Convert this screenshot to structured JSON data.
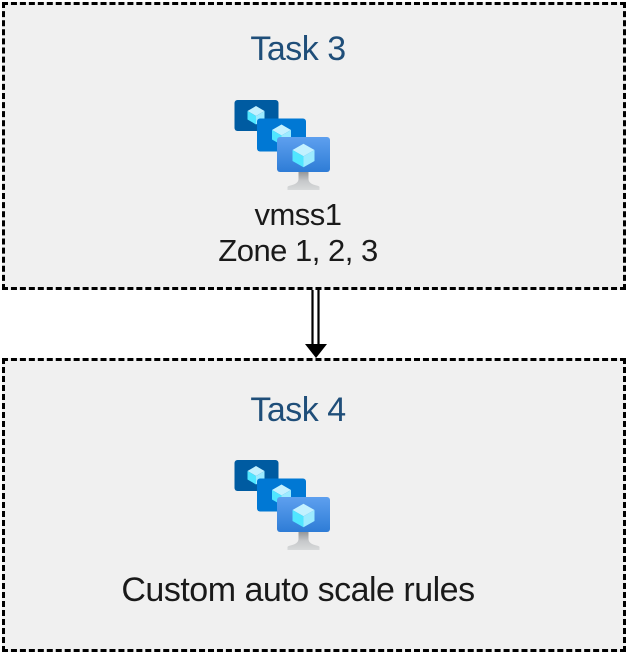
{
  "boxes": [
    {
      "title": "Task 3",
      "icon": "vm-scale-sets-icon",
      "line1": "vmss1",
      "line2": "Zone 1, 2, 3"
    },
    {
      "title": "Task 4",
      "icon": "vm-scale-sets-icon",
      "line1": "Custom auto scale rules"
    }
  ],
  "connector": {
    "type": "double-line-arrow-down",
    "direction": "task3-to-task4"
  },
  "colors": {
    "title_text": "#1F4E79",
    "body_text": "#1A1A1A",
    "box_fill": "#F0F0F0",
    "box_border": "#000000",
    "screen_back": "#005BA1",
    "screen_middle": "#0078D4",
    "screen_front_top": "#5EA0EF",
    "screen_front_bottom": "#2E7CD6",
    "cube_left": "#50E6FF",
    "cube_top": "#C3F1FF",
    "cube_right": "#9CEBFF",
    "stand_dark": "#8A8C8E",
    "stand_light": "#D8DADB"
  }
}
